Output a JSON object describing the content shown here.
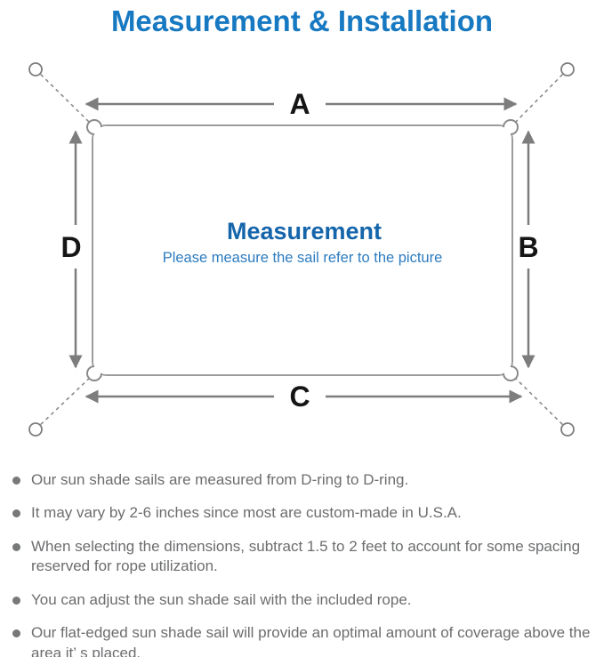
{
  "title": "Measurement & Installation",
  "diagram": {
    "labels": {
      "top": "A",
      "right": "B",
      "bottom": "C",
      "left": "D"
    },
    "center_heading": "Measurement",
    "center_subtitle": "Please measure the sail refer to the picture",
    "shapes": {
      "sail": "shade-sail-outline",
      "corner_rings": "d-ring-icon",
      "anchor_points": "anchor-point-icon"
    }
  },
  "notes": [
    {
      "text": "Our sun shade sails are measured from D-ring to D-ring."
    },
    {
      "text": "It may vary by 2-6 inches since most are custom-made in U.S.A."
    },
    {
      "text": "When selecting the dimensions, subtract 1.5 to 2 feet to account for some spacing reserved for rope utilization."
    },
    {
      "text": "You can adjust the sun shade sail with the included rope."
    },
    {
      "text": "Our flat-edged sun shade sail will provide an optimal amount of coverage above the area it’ s placed."
    }
  ],
  "colors": {
    "title_blue": "#1779c1",
    "heading_blue": "#1565ab",
    "subtitle_blue": "#2d7cbf",
    "line_gray": "#7d7d7d",
    "sail_border_gray": "#9c9c9c",
    "note_text_gray": "#6c6d6f",
    "label_black": "#151515"
  }
}
